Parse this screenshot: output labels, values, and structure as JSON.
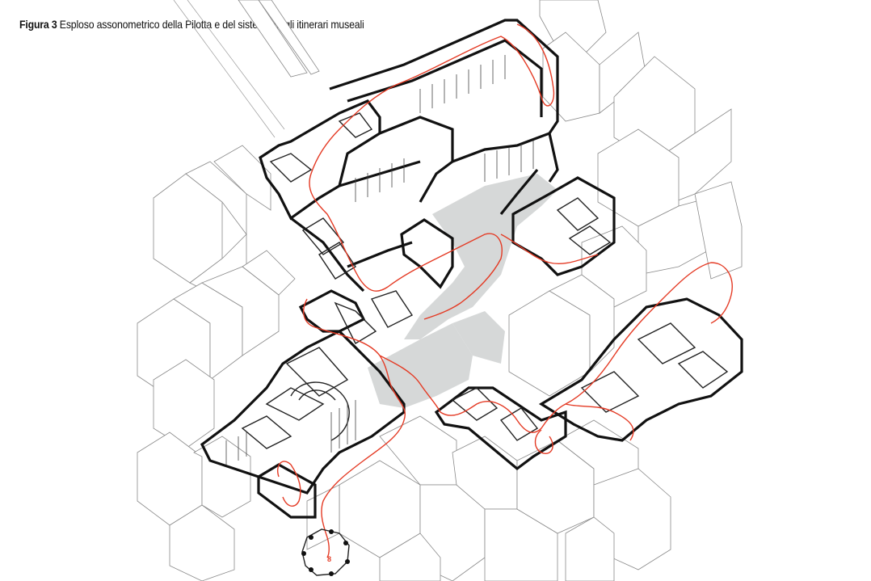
{
  "caption": {
    "lead": "Figura 3",
    "text": "Esploso assonometrico della Pilotta e del sistema degli itinerari museali"
  },
  "route_marker": "8",
  "colors": {
    "route": "#e43a24",
    "plaza": "#d6d8d8",
    "ink": "#111111",
    "context": "#8a8a8a"
  }
}
